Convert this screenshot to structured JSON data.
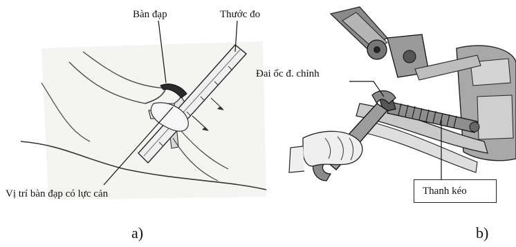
{
  "panel_a": {
    "label_pedal": "Bàn đạp",
    "label_ruler": "Thước đo",
    "label_pedal_position": "Vị trí bàn đạp có lực cản",
    "caption": "a)"
  },
  "panel_b": {
    "label_adjust_nut": "Đai ốc đ. chỉnh",
    "label_pull_rod": "Thanh kéo",
    "caption": "b)"
  }
}
